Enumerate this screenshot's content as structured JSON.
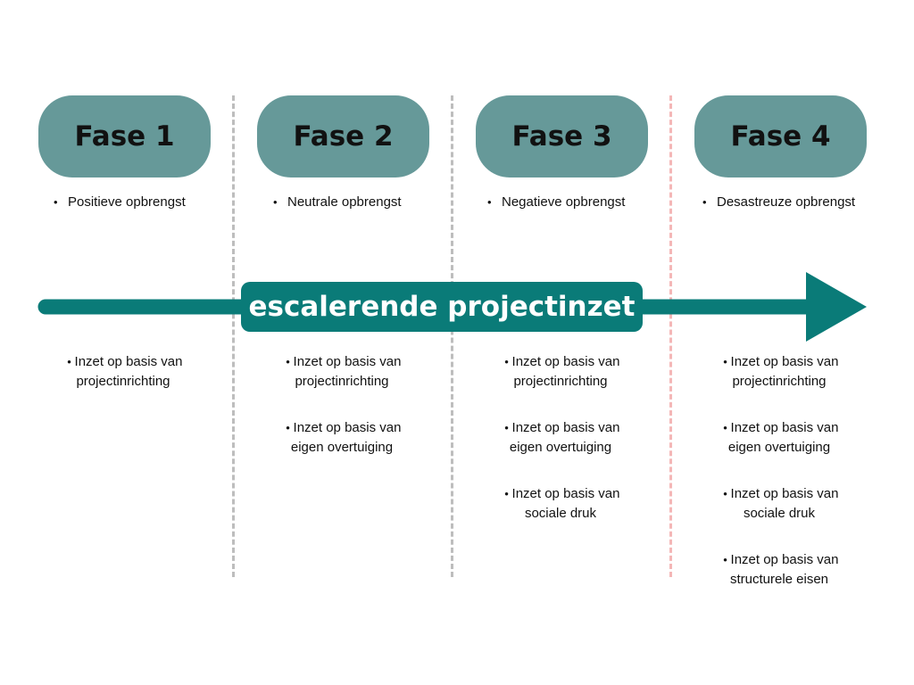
{
  "colors": {
    "phase_box": "#669999",
    "arrow": "#0a7b78",
    "divider": "#bdbdbd",
    "divider_last": "#f4b7b7"
  },
  "phases": [
    {
      "label": "Fase 1",
      "yield": "Positieve opbrengst"
    },
    {
      "label": "Fase 2",
      "yield": "Neutrale opbrengst"
    },
    {
      "label": "Fase 3",
      "yield": "Negatieve opbrengst"
    },
    {
      "label": "Fase 4",
      "yield": "Desastreuze opbrengst"
    }
  ],
  "arrow_label": "escalerende projectinzet",
  "inzet": {
    "projectinrichting": [
      "Inzet op basis van",
      "projectinrichting"
    ],
    "overtuiging": [
      "Inzet op basis van",
      "eigen overtuiging"
    ],
    "sociale_druk": [
      "Inzet op basis van",
      "sociale druk"
    ],
    "structurele_eisen": [
      "Inzet op basis van",
      "structurele eisen"
    ]
  },
  "bullet": "•"
}
